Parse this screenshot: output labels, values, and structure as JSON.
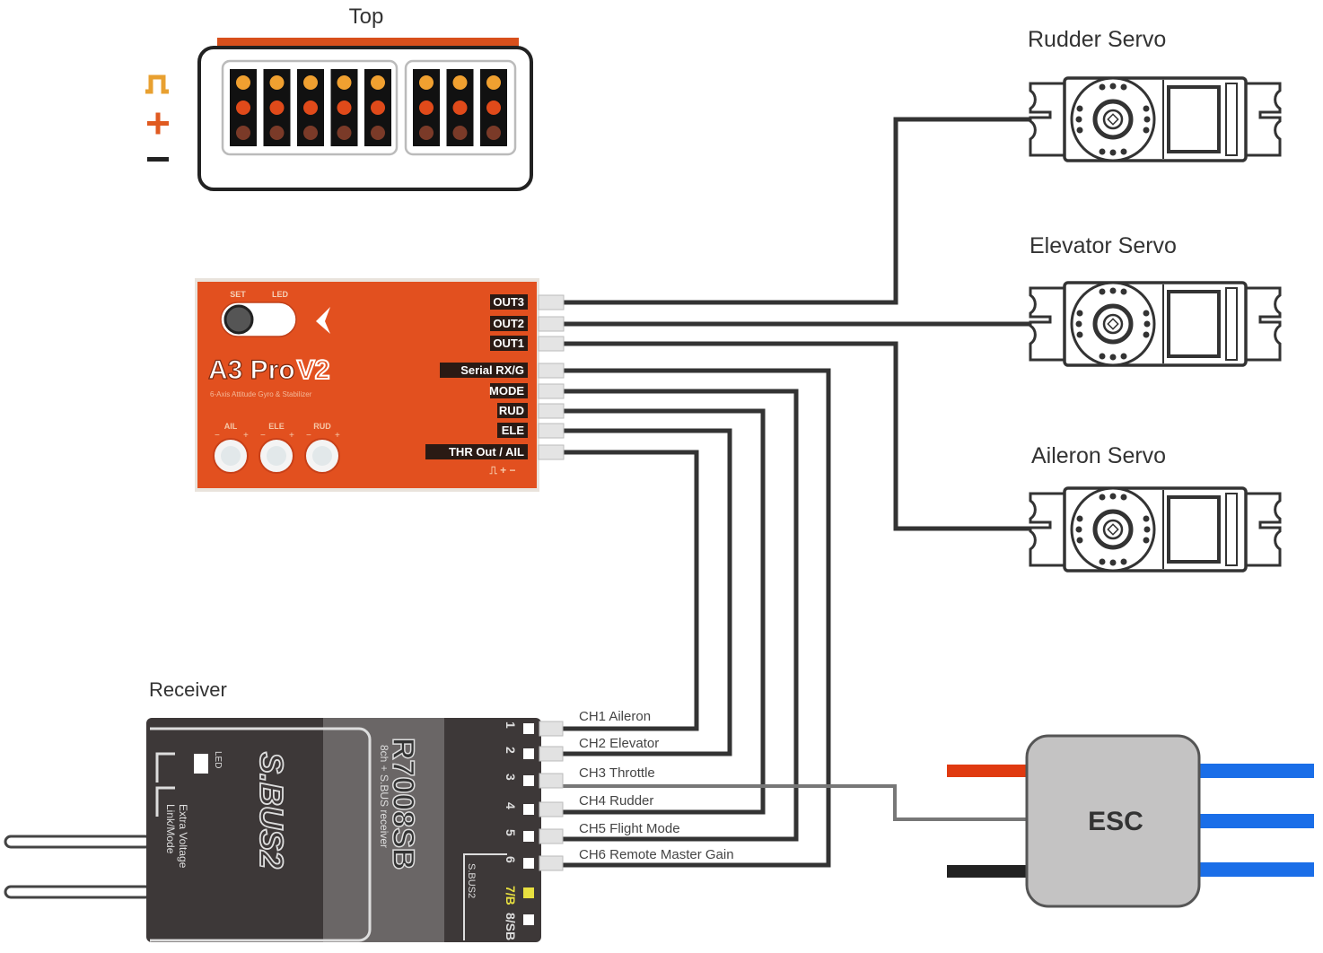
{
  "top_view": {
    "title": "Top",
    "legend": [
      {
        "symbol": "⎍",
        "meaning": "signal",
        "color": "#e8a030"
      },
      {
        "symbol": "+",
        "meaning": "positive",
        "color": "#e05a20"
      },
      {
        "symbol": "−",
        "meaning": "negative",
        "color": "#222222"
      }
    ],
    "pin_groups": [
      5,
      3
    ],
    "pin_colors": {
      "signal": "#f0a030",
      "positive": "#e04a1a",
      "negative": "#7a3a28"
    }
  },
  "controller": {
    "name": "A3 Pro",
    "version": "V2",
    "subtitle": "6-Axis Attitude Gyro & Stabilizer",
    "switch_labels": [
      "SET",
      "LED"
    ],
    "knobs": [
      "AIL",
      "ELE",
      "RUD"
    ],
    "knob_signs": [
      "−",
      "+"
    ],
    "ports": [
      "OUT3",
      "OUT2",
      "OUT1",
      "Serial RX/G",
      "MODE",
      "RUD",
      "ELE",
      "THR Out / AIL"
    ],
    "pin_legend": "⎍ + −",
    "color": "#e2501f"
  },
  "servos": [
    {
      "label": "Rudder Servo",
      "connected_port": "OUT3"
    },
    {
      "label": "Elevator Servo",
      "connected_port": "OUT2"
    },
    {
      "label": "Aileron Servo",
      "connected_port": "OUT1"
    }
  ],
  "receiver": {
    "title": "Receiver",
    "model": "R7008SB",
    "description": "8ch + S.BUS receiver",
    "brand": "S.BUS2",
    "led_label": "LED",
    "side_labels": [
      "Extra Voltage",
      "Link/Mode"
    ],
    "pin_numbers": [
      "1",
      "2",
      "3",
      "4",
      "5",
      "6",
      "7/B",
      "8/SB"
    ],
    "sbus2_label": "S.BUS2",
    "channels": [
      {
        "label": "CH1 Aileron",
        "connects_to": "THR Out / AIL"
      },
      {
        "label": "CH2 Elevator",
        "connects_to": "ELE"
      },
      {
        "label": "CH3 Throttle",
        "connects_to": "ESC"
      },
      {
        "label": "CH4 Rudder",
        "connects_to": "RUD"
      },
      {
        "label": "CH5 Flight Mode",
        "connects_to": "MODE"
      },
      {
        "label": "CH6 Remote Master Gain",
        "connects_to": "Serial RX/G"
      }
    ]
  },
  "esc": {
    "label": "ESC",
    "input_wire_colors": [
      "#e03a10",
      "#222222"
    ],
    "output_wire_color": "#1a6ee8"
  }
}
